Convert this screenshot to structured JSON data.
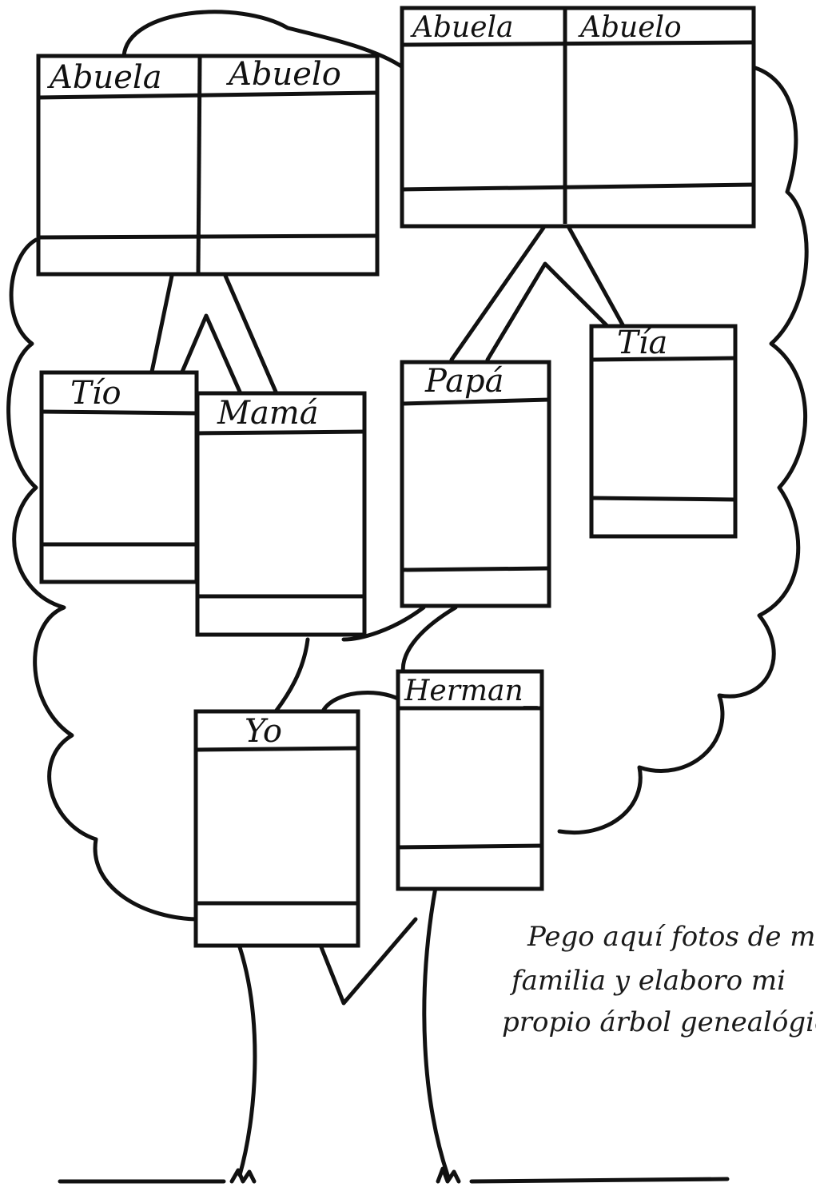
{
  "worksheet": {
    "left_grandparents": {
      "abuela": "Abuela",
      "abuelo": "Abuelo"
    },
    "right_grandparents": {
      "abuela": "Abuela",
      "abuelo": "Abuelo"
    },
    "tio": "Tío",
    "mama": "Mamá",
    "papa": "Papá",
    "tia": "Tía",
    "yo": "Yo",
    "herman": "Herman_",
    "instruction": [
      "Pego aquí fotos de mi",
      "familia y elaboro mi",
      "propio árbol genealógico"
    ]
  }
}
